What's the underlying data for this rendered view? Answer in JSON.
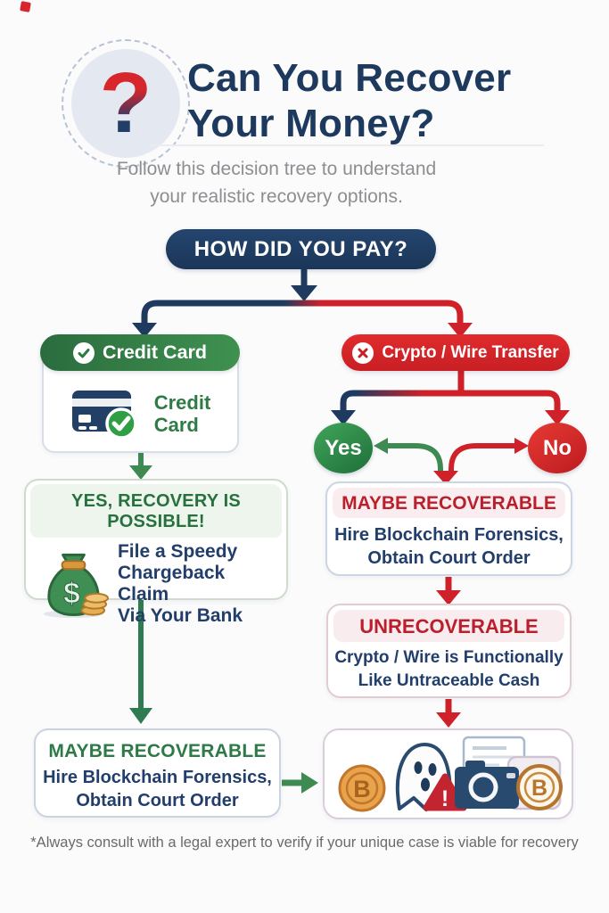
{
  "header": {
    "icon_glyph": "?",
    "title_line1": "Can You Recover",
    "title_line2": "Your Money?",
    "subtitle_line1": "Follow this decision tree to understand",
    "subtitle_line2": "your realistic recovery options."
  },
  "root": {
    "label": "HOW DID YOU PAY?"
  },
  "credit_branch": {
    "pill_label": "Credit Card",
    "card_line1": "Credit",
    "card_line2": "Card",
    "possible": {
      "title": "YES, RECOVERY IS POSSIBLE!",
      "line1": "File a Speedy",
      "line2": "Chargeback Claim",
      "line3": "Via Your Bank"
    },
    "maybe": {
      "title": "MAYBE RECOVERABLE",
      "line1": "Hire Blockchain Forensics,",
      "line2": "Obtain Court Order"
    }
  },
  "crypto_branch": {
    "pill_label": "Crypto / Wire Transfer",
    "yes_label": "Yes",
    "no_label": "No",
    "maybe": {
      "title": "MAYBE RECOVERABLE",
      "line1": "Hire Blockchain Forensics,",
      "line2": "Obtain Court Order"
    },
    "unrecoverable": {
      "title": "UNRECOVERABLE",
      "line1": "Crypto / Wire is Functionally",
      "line2": "Like Untraceable Cash"
    }
  },
  "glyphs": {
    "dollar": "$",
    "bitcoin_b": "B",
    "exclamation": "!"
  },
  "footer": {
    "disclaimer": "*Always consult with a legal expert to verify if your unique case is viable for recovery"
  },
  "colors": {
    "navy": "#1e3a5f",
    "red": "#cf2129",
    "green": "#2e7c45",
    "arrow_green": "#3d8b52",
    "light_green_band": "#edf5ec",
    "light_pink_band": "#f9edef"
  }
}
